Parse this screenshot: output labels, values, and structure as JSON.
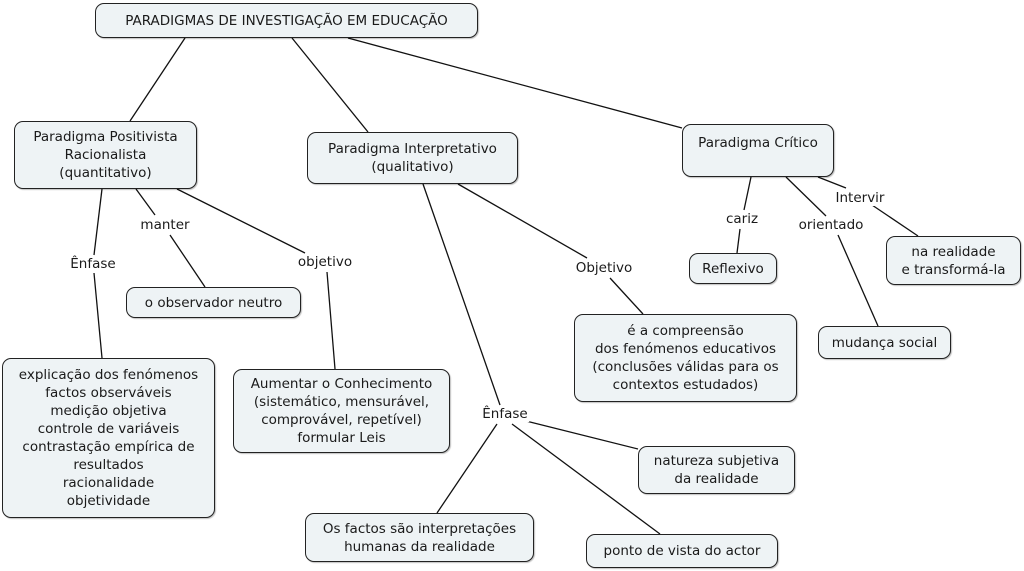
{
  "title": "PARADIGMAS DE INVESTIGAÇÃO EM EDUCAÇÃO",
  "nodes": {
    "positivista": "Paradigma Positivista\nRacionalista\n(quantitativo)",
    "interpretativo": "Paradigma Interpretativo\n(qualitativo)",
    "critico": "Paradigma Crítico",
    "observador": "o observador neutro",
    "explicacao": "explicação dos fenómenos\nfactos observáveis\nmedição objetiva\ncontrole de variáveis\ncontrastação empírica de\nresultados\nracionalidade\nobjetividade",
    "aumentar": "Aumentar o Conhecimento\n(sistemático, mensurável,\ncomprovável, repetível)\nformular Leis",
    "compreensao": "é a compreensão\ndos fenómenos educativos\n(conclusões válidas para os\ncontextos estudados)",
    "reflexivo": "Reflexivo",
    "mudanca": "mudança social",
    "realidade": "na realidade\ne transformá-la",
    "natureza": "natureza subjetiva\nda realidade",
    "factos": "Os factos são interpretações\nhumanas da realidade",
    "ponto": "ponto de vista do actor"
  },
  "link_labels": {
    "manter": "manter",
    "objetivo_pos": "objetivo",
    "enfase_pos": "Ênfase",
    "objetivo_int": "Objetivo",
    "enfase_int": "Ênfase",
    "cariz": "cariz",
    "orientado": "orientado",
    "intervir": "Intervir"
  },
  "colors": {
    "node_fill": "#eef3f5",
    "line": "#111111"
  }
}
